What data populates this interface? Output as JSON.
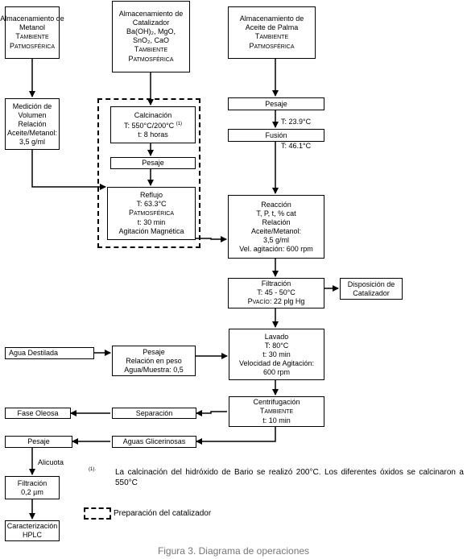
{
  "boxes": {
    "metanol_store": {
      "line1": "Almacenamiento de",
      "line2": "Metanol",
      "t_pre": "T",
      "t_sub": "ambiente",
      "p_pre": "P",
      "p_sub": "atmosférica"
    },
    "catalizador_store": {
      "line1": "Almacenamiento de",
      "line2": "Catalizador",
      "line3": "Ba(OH)₂, MgO,",
      "line4": "SnO₂, CaO",
      "t_pre": "T",
      "t_sub": "ambiente",
      "p_pre": "P",
      "p_sub": "atmosférica"
    },
    "palma_store": {
      "line1": "Almacenamiento de",
      "line2": "Aceite de Palma",
      "t_pre": "T",
      "t_sub": "ambiente",
      "p_pre": "P",
      "p_sub": "atmosférica"
    },
    "medicion": {
      "line1": "Medición de",
      "line2": "Volumen",
      "line3": "Relación",
      "line4": "Aceite/Metanol:",
      "line5": "3,5 g/ml"
    },
    "calcinacion": {
      "line1": "Calcinación",
      "line2": "T: 550°C/200°C",
      "ref": "(1)",
      "line3": "t: 8 horas"
    },
    "pesaje_cat": {
      "label": "Pesaje"
    },
    "reflujo": {
      "line1": "Reflujo",
      "line2": "T: 63.3°C",
      "p_pre": "P",
      "p_sub": "atmosférica",
      "line3": "t: 30 min",
      "line4": "Agitación Magnética"
    },
    "pesaje_palma": {
      "label": "Pesaje"
    },
    "fusion": {
      "label": "Fusión"
    },
    "reaccion": {
      "line1": "Reacción",
      "line2": "T, P, t, % cat",
      "line3": "Relación",
      "line4": "Aceite/Metanol:",
      "line5": "3,5 g/ml",
      "line6": "Vel. agitación: 600 rpm"
    },
    "filtracion1": {
      "line1": "Filtración",
      "line2": "T: 45 - 50°C",
      "p_pre": "P",
      "p_sub": "vacío",
      "p_post": ": 22 plg Hg"
    },
    "disposicion": {
      "line1": "Disposición de",
      "line2": "Catalizador"
    },
    "agua_destilada": {
      "label": "Agua Destilada"
    },
    "pesaje_agua": {
      "line1": "Pesaje",
      "line2": "Relación en peso",
      "line3": "Agua/Muestra: 0,5"
    },
    "lavado": {
      "line1": "Lavado",
      "line2": "T: 80°C",
      "line3": "t: 30 min",
      "line4": "Velocidad de Agitación:",
      "line5": "600 rpm"
    },
    "fase_oleosa": {
      "label": "Fase Oleosa"
    },
    "separacion": {
      "label": "Separación"
    },
    "centrifugacion": {
      "line1": "Centrifugación",
      "t_pre": "T",
      "t_sub": "ambiente",
      "line3": "t: 10 min"
    },
    "pesaje_final": {
      "label": "Pesaje"
    },
    "aguas_glicerinosas": {
      "label": "Aguas Glicerinosas"
    },
    "filtracion2": {
      "line1": "Filtración",
      "line2": "0,2 µm"
    },
    "caracterizacion": {
      "line1": "Caracterización",
      "line2": "HPLC"
    }
  },
  "labels": {
    "temp_pesaje": "T: 23.9°C",
    "temp_fusion": "T: 46.1°C",
    "alicuota": "Alicuota"
  },
  "footnote": {
    "marker": "(1).",
    "text": "La calcinación del hidróxido de Bario se realizó 200°C. Los diferentes óxidos se calcinaron a 550°C"
  },
  "legend": {
    "label": "Preparación del catalizador"
  },
  "caption": "Figura 3. Diagrama de operaciones"
}
